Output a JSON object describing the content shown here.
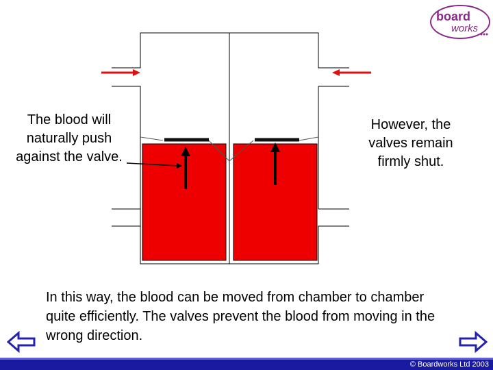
{
  "captions": {
    "left": "The blood will naturally push against the valve.",
    "right": "However, the valves remain firmly shut."
  },
  "body_text": "In this way, the blood can be moved from chamber to chamber quite efficiently. The valves prevent the blood from moving in the wrong direction.",
  "logo": {
    "line1": "board",
    "line2": "works"
  },
  "footer": {
    "copyright": "© Boardworks Ltd 2003"
  },
  "colors": {
    "blood": "#ee0000",
    "arrow_red": "#dd1111",
    "nav_blue": "#2222aa",
    "logo_purple": "#8a2a8a",
    "footer_blue": "#1a1aa0"
  },
  "icons": {
    "prev": "left-arrow-icon",
    "next": "right-arrow-icon"
  }
}
